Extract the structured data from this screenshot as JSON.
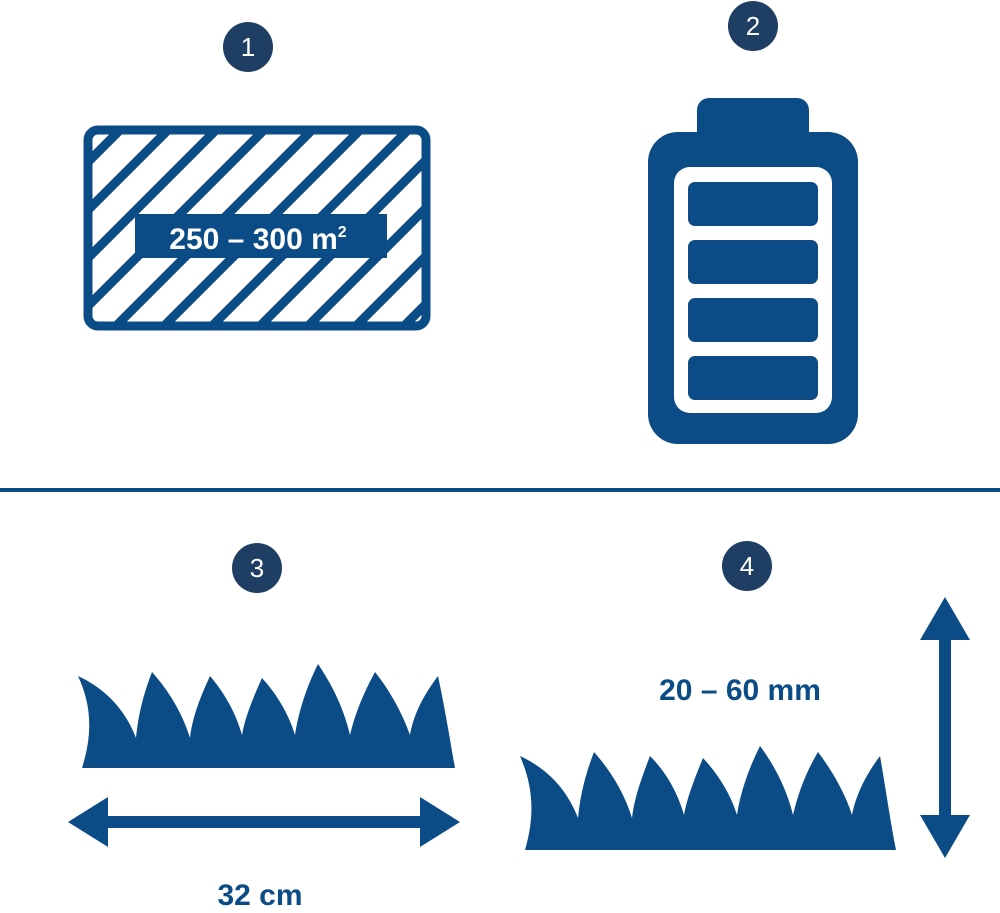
{
  "colors": {
    "primary": "#0c4c86",
    "badge": "#1f3e64",
    "background": "#ffffff"
  },
  "panels": [
    {
      "number": "1",
      "icon": "area-rectangle-icon",
      "label": "250 – 300 m",
      "label_sup": "2"
    },
    {
      "number": "2",
      "icon": "battery-icon",
      "battery_level": 1.0
    },
    {
      "number": "3",
      "icon": "grass-icon",
      "label": "32 cm"
    },
    {
      "number": "4",
      "icon": "grass-icon",
      "label": "20 – 60 mm"
    }
  ]
}
